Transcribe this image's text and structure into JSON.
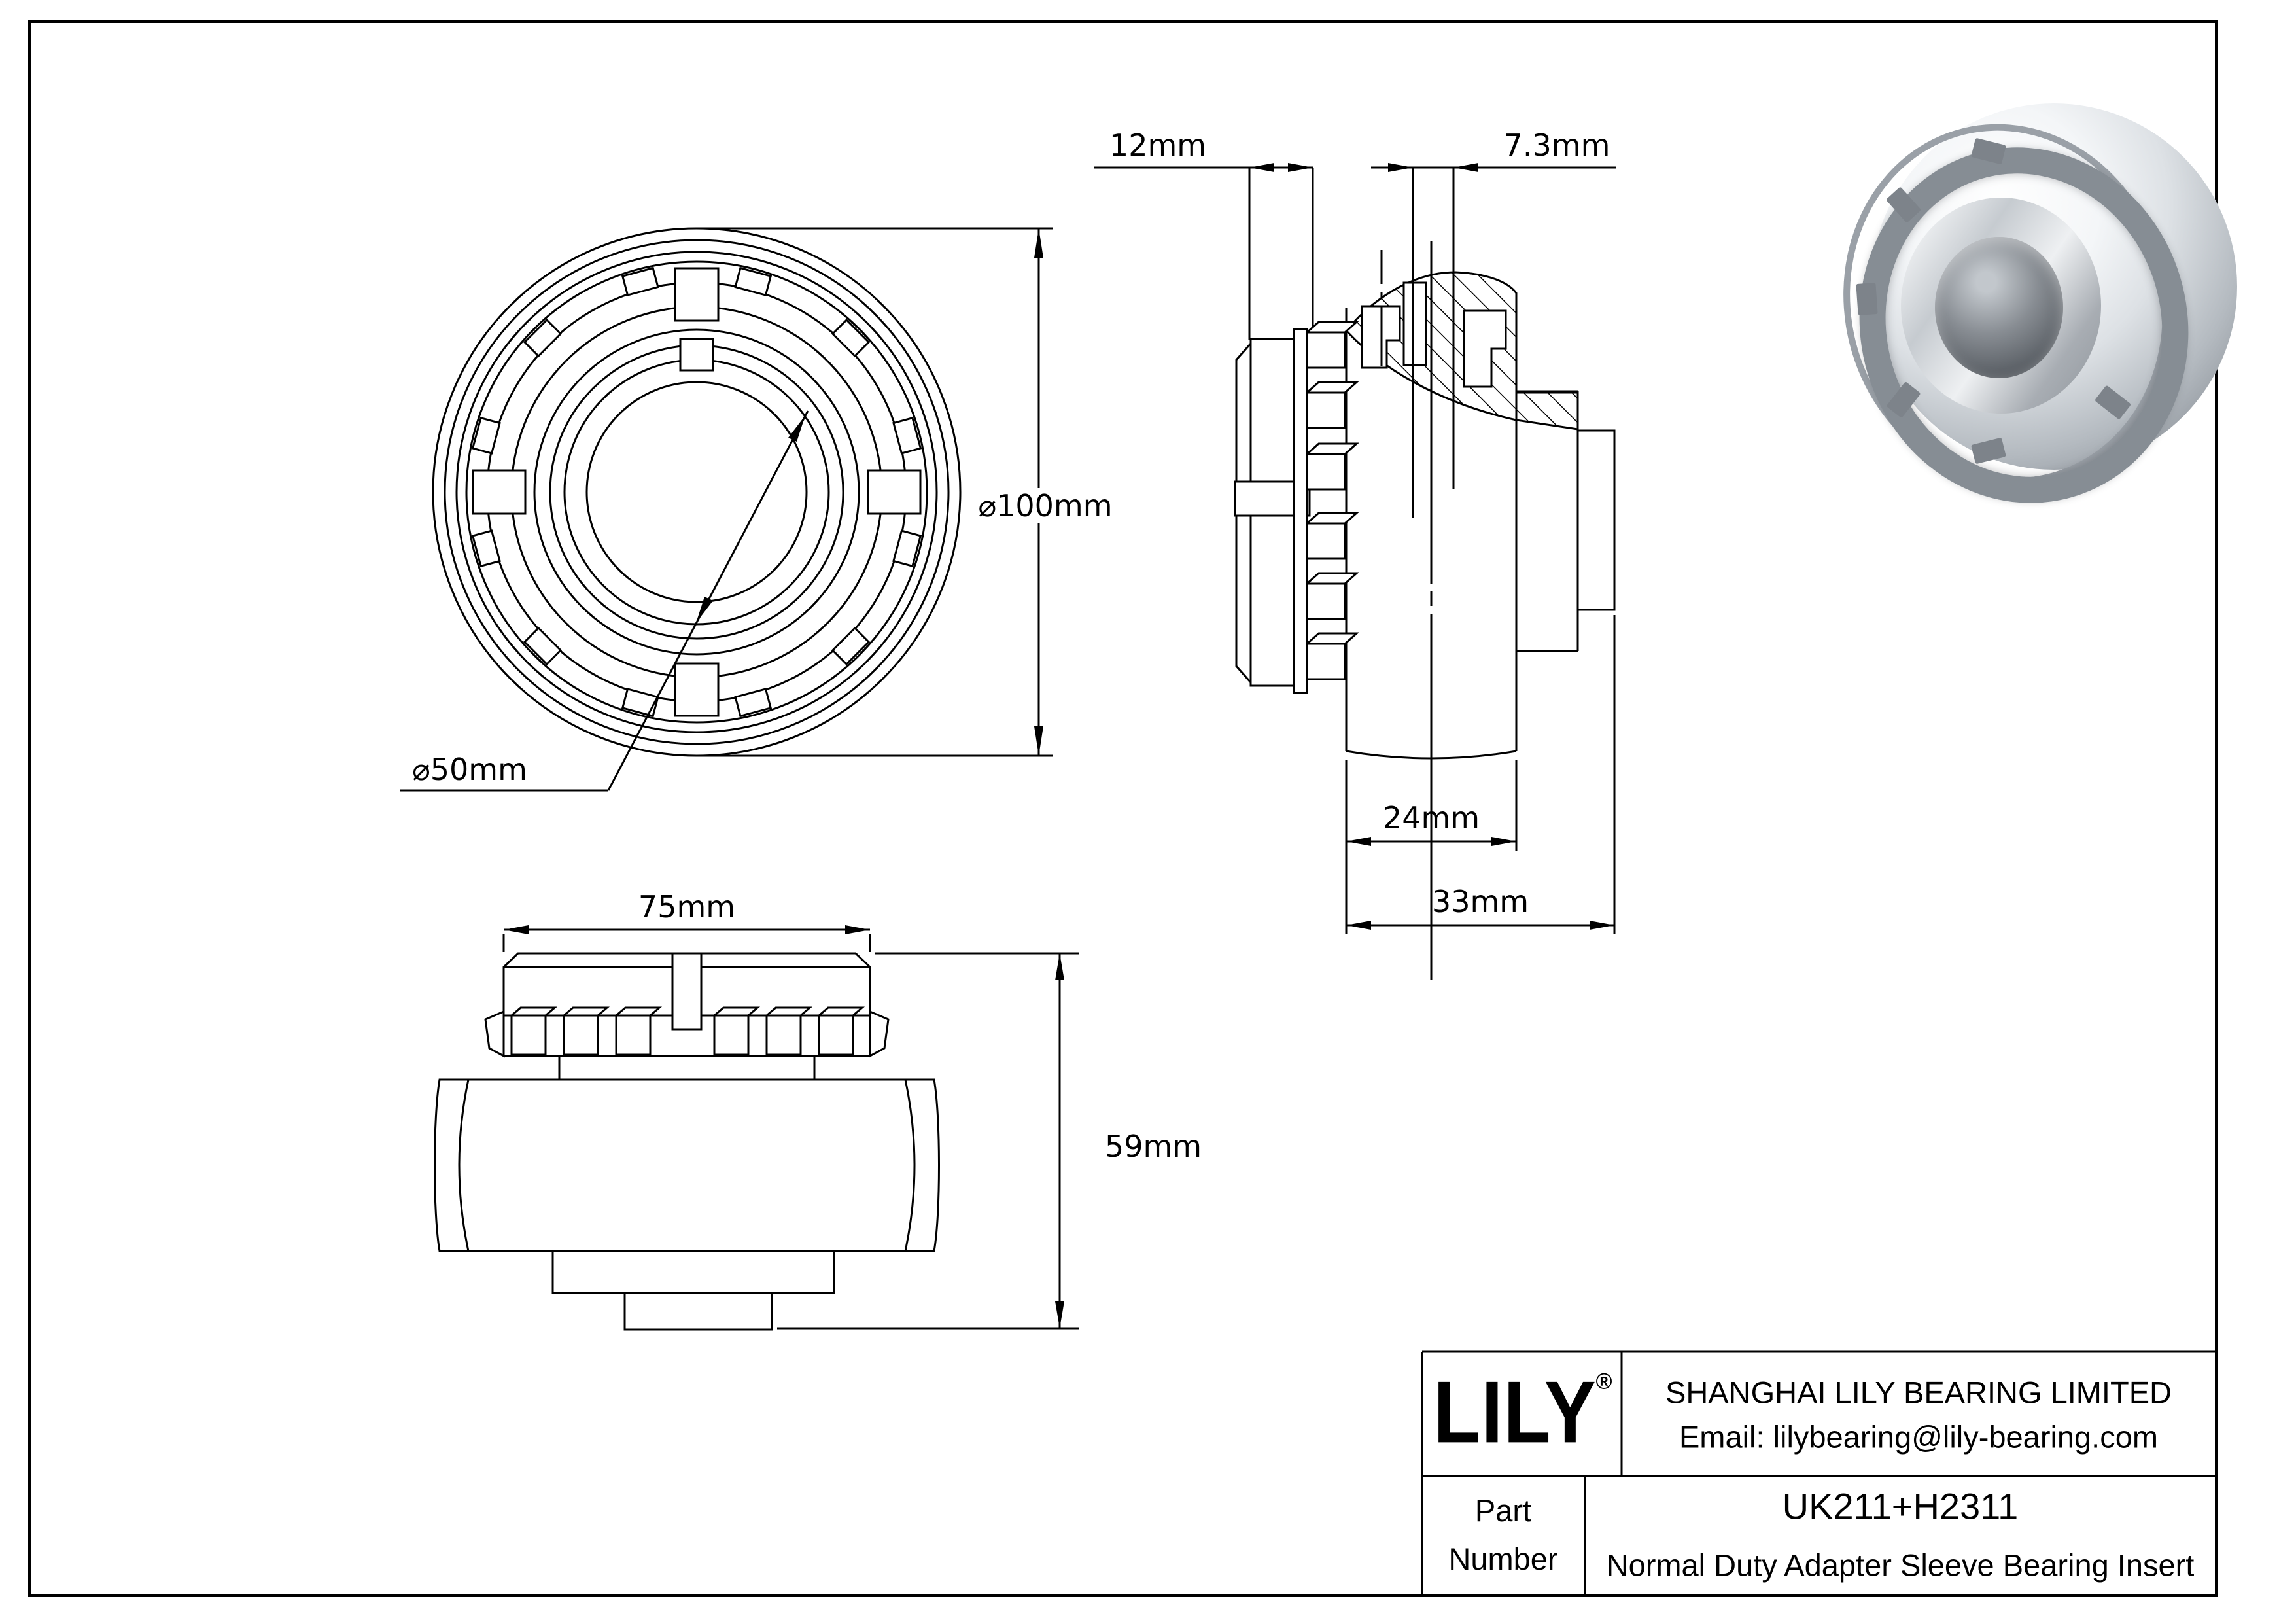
{
  "views": {
    "front": {
      "label_outer_dia": "⌀100mm",
      "label_bore_dia": "⌀50mm"
    },
    "section": {
      "label_nut_width": "12mm",
      "label_lip_width": "7.3mm",
      "label_inner_ring_width": "24mm",
      "label_total_width": "33mm"
    },
    "side": {
      "label_washer_od": "75mm",
      "label_overall_height": "59mm"
    }
  },
  "title_block": {
    "logo": "LILY",
    "logo_reg": "®",
    "company": "SHANGHAI LILY BEARING LIMITED",
    "email": "Email: lilybearing@lily-bearing.com",
    "part_label_line1": "Part",
    "part_label_line2": "Number",
    "part_number": "UK211+H2311",
    "description": "Normal Duty Adapter Sleeve Bearing Insert"
  },
  "colors": {
    "line": "#000000",
    "centerline": "#ff0000",
    "background": "#ffffff",
    "render_gray": "#868d94"
  }
}
